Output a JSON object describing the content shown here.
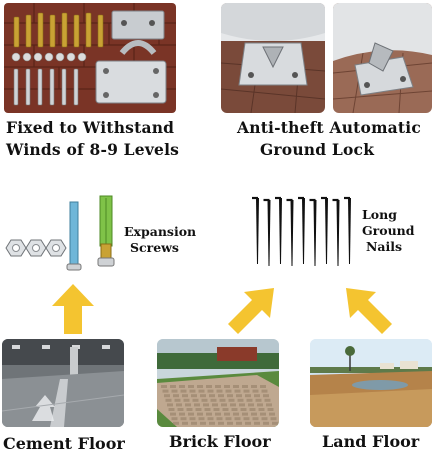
{
  "top": {
    "left_caption_line1": "Fixed to Withstand",
    "left_caption_line2": "Winds of 8-9 Levels",
    "right_caption_line1": "Anti-theft Automatic",
    "right_caption_line2": "Ground Lock"
  },
  "middle": {
    "expansion_line1": "Expansion",
    "expansion_line2": "Screws",
    "nails_line1": "Long",
    "nails_line2": "Ground",
    "nails_line3": "Nails"
  },
  "floors": {
    "cement": "Cement Floor",
    "brick": "Brick Floor",
    "land": "Land Floor"
  },
  "colors": {
    "arrow": "#f4c430",
    "brick_red": "#8a3a2a",
    "metal": "#d7dadd"
  }
}
